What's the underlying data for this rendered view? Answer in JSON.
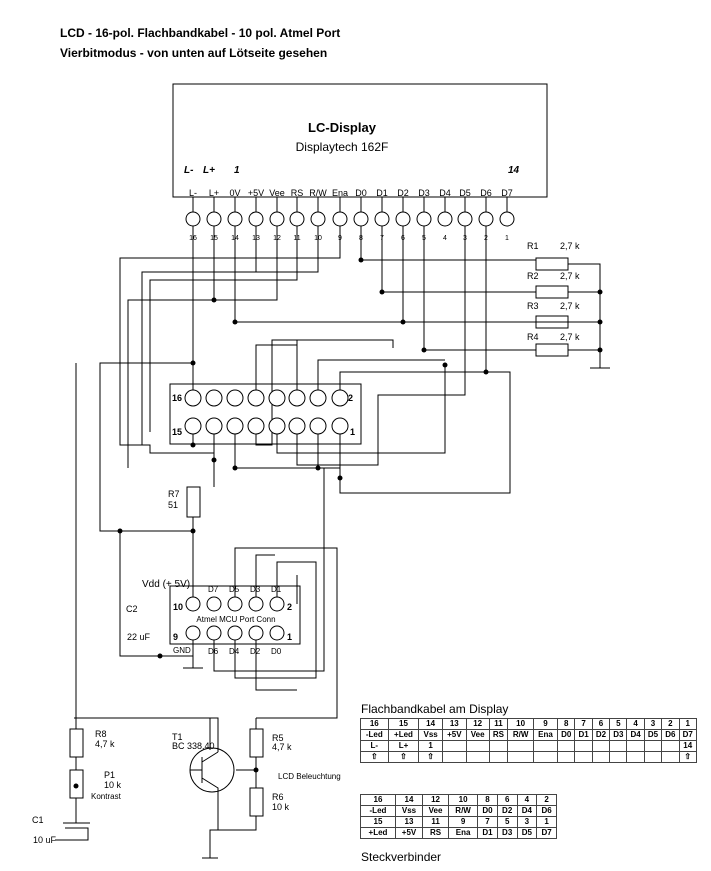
{
  "header": {
    "title_line1": "LCD - 16-pol. Flachbandkabel - 10 pol. Atmel Port",
    "title_line2": "Vierbitmodus - von unten auf Lötseite gesehen"
  },
  "display": {
    "title": "LC-Display",
    "model": "Displaytech 162F",
    "top_labels": [
      "L-",
      "L+",
      "1",
      "14"
    ],
    "pin_names": [
      "L-",
      "L+",
      "0V",
      "+5V",
      "Vee",
      "RS",
      "R/W",
      "Ena",
      "D0",
      "D1",
      "D2",
      "D3",
      "D4",
      "D5",
      "D6",
      "D7"
    ],
    "pin_numbers": [
      "16",
      "15",
      "14",
      "13",
      "12",
      "11",
      "10",
      "9",
      "8",
      "7",
      "6",
      "5",
      "4",
      "3",
      "2",
      "1"
    ]
  },
  "resistors": [
    {
      "name": "R1",
      "value": "2,7 k"
    },
    {
      "name": "R2",
      "value": "2,7 k"
    },
    {
      "name": "R3",
      "value": "2,7 k"
    },
    {
      "name": "R4",
      "value": "2,7 k"
    }
  ],
  "connector16": {
    "top_left": "16",
    "top_right": "2",
    "bottom_left": "15",
    "bottom_right": "1"
  },
  "r7": {
    "name": "R7",
    "value": "51"
  },
  "c2": {
    "name": "C2",
    "value": "22 uF"
  },
  "mcu": {
    "vdd": "Vdd (+ 5V)",
    "top_pins": [
      "D7",
      "D5",
      "D3",
      "D1"
    ],
    "bottom_pins": [
      "D6",
      "D4",
      "D2",
      "D0"
    ],
    "left_top": "10",
    "right_top": "2",
    "left_bottom": "9",
    "right_bottom": "1",
    "title": "Atmel MCU Port Conn",
    "gnd": "GND"
  },
  "transistor": {
    "name": "T1",
    "type": "BC 338.40"
  },
  "r8": {
    "name": "R8",
    "value": "4,7 k"
  },
  "p1": {
    "name": "P1",
    "value": "10 k",
    "label": "Kontrast"
  },
  "c1": {
    "name": "C1",
    "value": "10 uF"
  },
  "r5": {
    "name": "R5",
    "value": "4,7 k"
  },
  "r6": {
    "name": "R6",
    "value": "10 k"
  },
  "backlight_label": "LCD Beleuchtung",
  "table1": {
    "caption": "Flachbandkabel am Display",
    "rows": [
      [
        "16",
        "15",
        "14",
        "13",
        "12",
        "11",
        "10",
        "9",
        "8",
        "7",
        "6",
        "5",
        "4",
        "3",
        "2",
        "1"
      ],
      [
        "-Led",
        "+Led",
        "Vss",
        "+5V",
        "Vee",
        "RS",
        "R/W",
        "Ena",
        "D0",
        "D1",
        "D2",
        "D3",
        "D4",
        "D5",
        "D6",
        "D7"
      ],
      [
        "L-",
        "L+",
        "1",
        "",
        "",
        "",
        "",
        "",
        "",
        "",
        "",
        "",
        "",
        "",
        "",
        "14"
      ],
      [
        "⇧",
        "⇧",
        "⇧",
        "",
        "",
        "",
        "",
        "",
        "",
        "",
        "",
        "",
        "",
        "",
        "",
        "⇧"
      ]
    ]
  },
  "table2": {
    "caption": "Steckverbinder",
    "rows": [
      [
        "16",
        "14",
        "12",
        "10",
        "8",
        "6",
        "4",
        "2"
      ],
      [
        "-Led",
        "Vss",
        "Vee",
        "R/W",
        "D0",
        "D2",
        "D4",
        "D6"
      ],
      [
        "15",
        "13",
        "11",
        "9",
        "7",
        "5",
        "3",
        "1"
      ],
      [
        "+Led",
        "+5V",
        "RS",
        "Ena",
        "D1",
        "D3",
        "D5",
        "D7"
      ]
    ]
  }
}
